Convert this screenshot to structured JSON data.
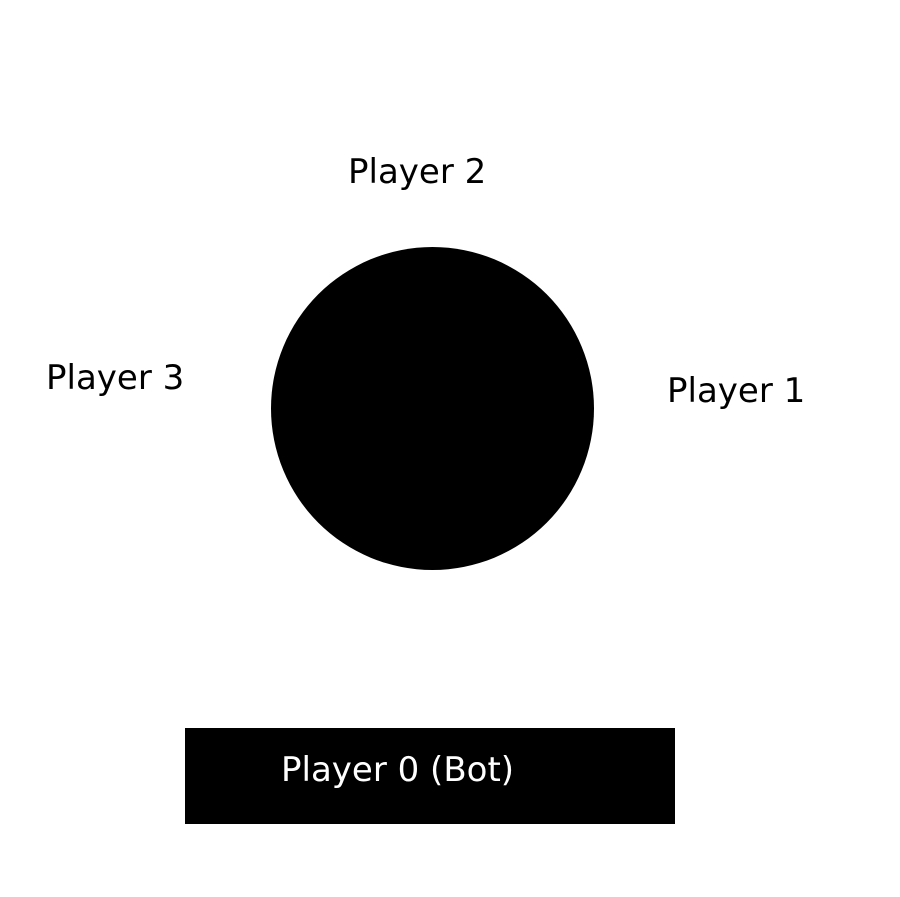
{
  "players": {
    "top": "Player 2",
    "left": "Player 3",
    "right": "Player 1",
    "bottom": "Player 0 (Bot)"
  },
  "colors": {
    "background": "#ffffff",
    "table": "#000000",
    "bot_bar": "#000000",
    "label_text": "#000000",
    "bot_text": "#ffffff"
  }
}
